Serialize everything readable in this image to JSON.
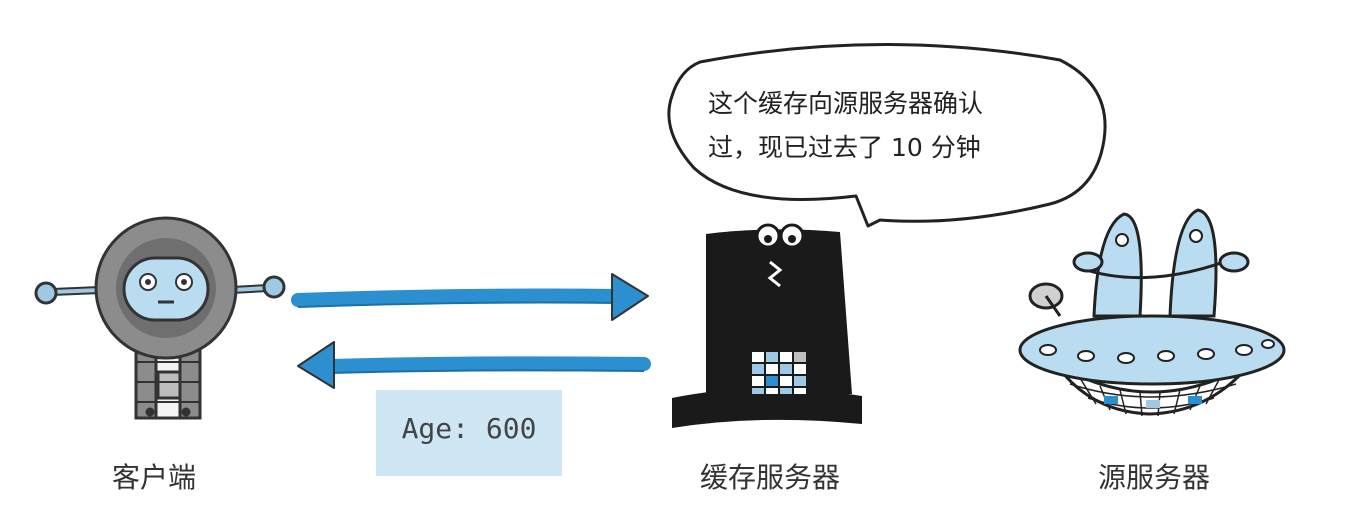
{
  "nodes": {
    "client": {
      "label": "客户端"
    },
    "cache": {
      "label": "缓存服务器"
    },
    "origin": {
      "label": "源服务器"
    }
  },
  "header": {
    "text": "Age: 600"
  },
  "speech_bubble": {
    "line1": "这个缓存向源服务器确认",
    "line2": "过，现已过去了 10 分钟"
  },
  "colors": {
    "arrow": "#2b8fd0",
    "header_box": "#cfe7f5",
    "cache_body": "#1a1a1a",
    "robot_gray": "#8c8c8c",
    "robot_face": "#b9dcf0"
  }
}
